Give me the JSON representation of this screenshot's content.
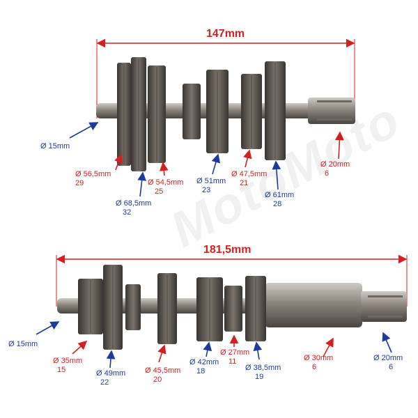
{
  "watermark": "MotoMoto",
  "colors": {
    "red": "#d42020",
    "blue": "#1f3a9c",
    "metal": "#5b5550"
  },
  "top_shaft": {
    "length_label": "147mm",
    "labels": [
      {
        "id": "t1",
        "dia": "Ø 15mm",
        "teeth": "",
        "color": "blue"
      },
      {
        "id": "t2",
        "dia": "Ø 56,5mm",
        "teeth": "29",
        "color": "red"
      },
      {
        "id": "t3",
        "dia": "Ø 68,5mm",
        "teeth": "32",
        "color": "blue"
      },
      {
        "id": "t4",
        "dia": "Ø 54,5mm",
        "teeth": "25",
        "color": "red"
      },
      {
        "id": "t5",
        "dia": "Ø 51mm",
        "teeth": "23",
        "color": "blue"
      },
      {
        "id": "t6",
        "dia": "Ø 47,5mm",
        "teeth": "21",
        "color": "red"
      },
      {
        "id": "t7",
        "dia": "Ø 61mm",
        "teeth": "28",
        "color": "blue"
      },
      {
        "id": "t8",
        "dia": "Ø 20mm",
        "teeth": "6",
        "color": "red"
      }
    ]
  },
  "bottom_shaft": {
    "length_label": "181,5mm",
    "labels": [
      {
        "id": "b1",
        "dia": "Ø 15mm",
        "teeth": "",
        "color": "blue"
      },
      {
        "id": "b2",
        "dia": "Ø 35mm",
        "teeth": "15",
        "color": "red"
      },
      {
        "id": "b3",
        "dia": "Ø 49mm",
        "teeth": "22",
        "color": "blue"
      },
      {
        "id": "b4",
        "dia": "Ø 45,5mm",
        "teeth": "20",
        "color": "red"
      },
      {
        "id": "b5",
        "dia": "Ø 42mm",
        "teeth": "18",
        "color": "blue"
      },
      {
        "id": "b6",
        "dia": "Ø 27mm",
        "teeth": "11",
        "color": "red"
      },
      {
        "id": "b7",
        "dia": "Ø 38,5mm",
        "teeth": "19",
        "color": "blue"
      },
      {
        "id": "b8",
        "dia": "Ø 30mm",
        "teeth": "6",
        "color": "red"
      },
      {
        "id": "b9",
        "dia": "Ø 20mm",
        "teeth": "6",
        "color": "blue"
      }
    ]
  }
}
